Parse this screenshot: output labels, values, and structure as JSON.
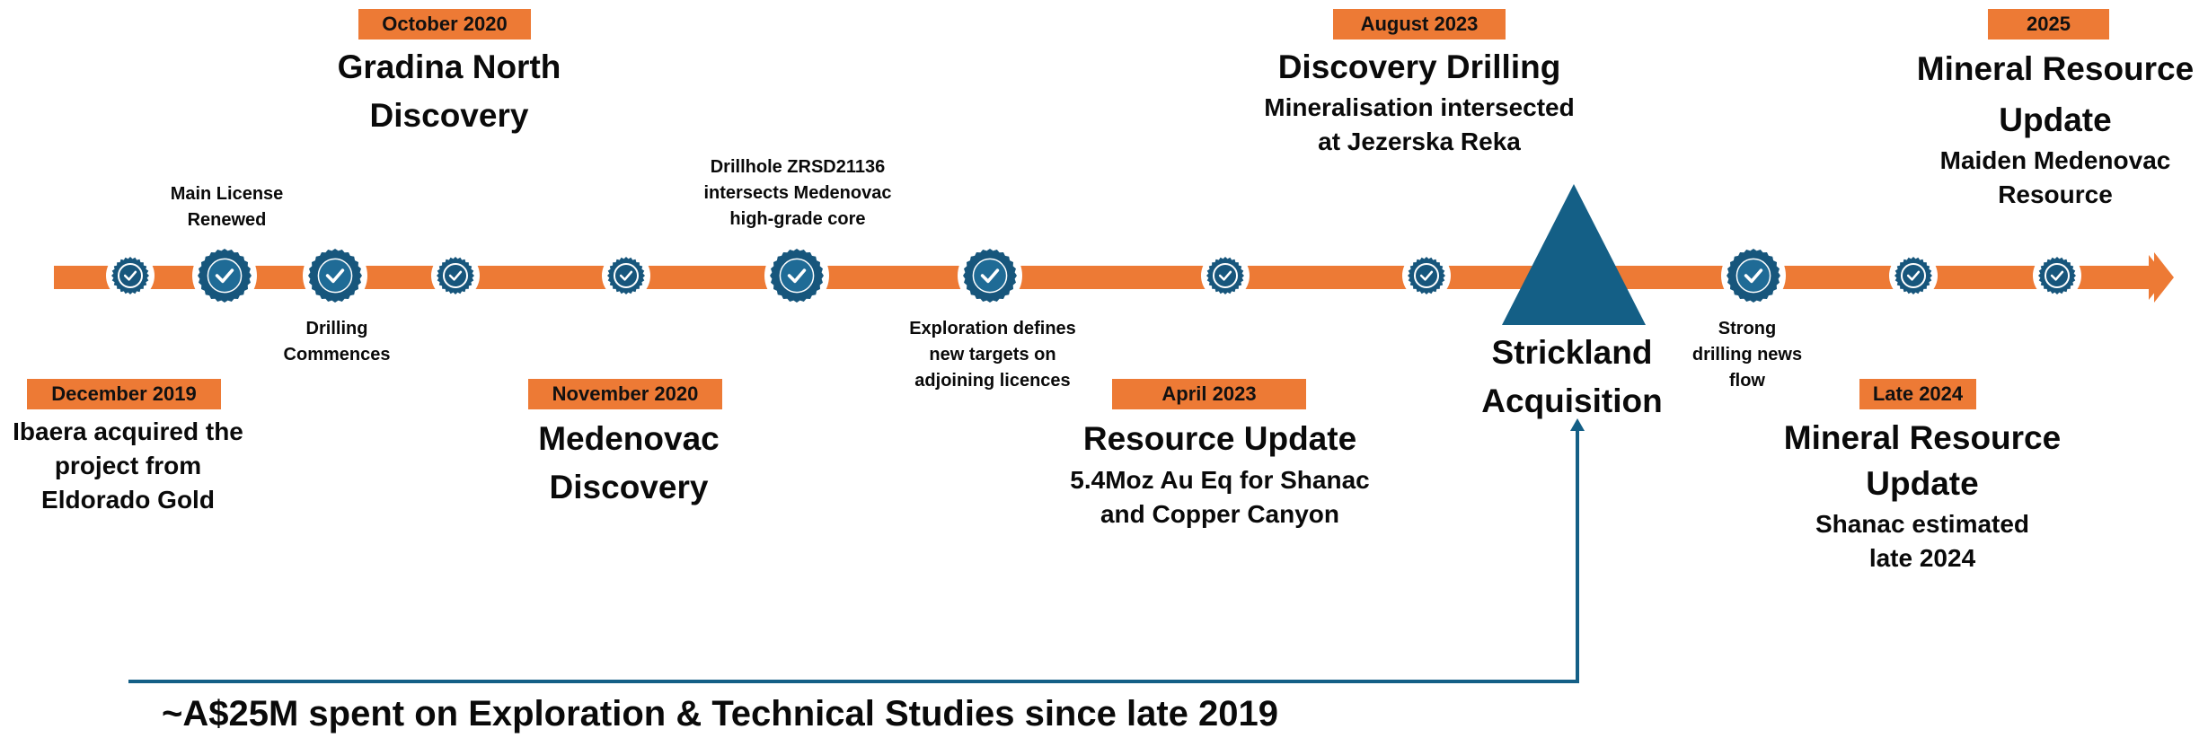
{
  "colors": {
    "orange": "#ed7a35",
    "navy": "#17567c",
    "teal": "#145f86"
  },
  "icons": {
    "milestone": "check-badge-icon",
    "major": "strickland-triangle-icon"
  },
  "events": {
    "dec2019": {
      "date": "December 2019",
      "lines": [
        "Ibaera acquired the",
        "project from",
        "Eldorado Gold"
      ]
    },
    "main_license": {
      "lines": [
        "Main License",
        "Renewed"
      ]
    },
    "drilling": {
      "lines": [
        "Drilling",
        "Commences"
      ]
    },
    "oct2020": {
      "date": "October 2020",
      "title": [
        "Gradina North",
        "Discovery"
      ]
    },
    "nov2020": {
      "date": "November 2020",
      "title": [
        "Medenovac",
        "Discovery"
      ]
    },
    "drillhole": {
      "lines": [
        "Drillhole ZRSD21136",
        "intersects Medenovac",
        "high-grade core"
      ]
    },
    "exploration": {
      "lines": [
        "Exploration defines",
        "new targets on",
        "adjoining licences"
      ]
    },
    "apr2023": {
      "date": "April 2023",
      "title": "Resource Update",
      "lines": [
        "5.4Moz Au Eq for Shanac",
        "and Copper Canyon"
      ]
    },
    "aug2023": {
      "date": "August 2023",
      "title": "Discovery Drilling",
      "lines": [
        "Mineralisation intersected",
        "at Jezerska Reka"
      ]
    },
    "strickland": {
      "title": [
        "Strickland",
        "Acquisition"
      ]
    },
    "strong": {
      "lines": [
        "Strong",
        "drilling news",
        "flow"
      ]
    },
    "late2024": {
      "date": "Late 2024",
      "title": [
        "Mineral Resource",
        "Update"
      ],
      "lines": [
        "Shanac estimated",
        "late 2024"
      ]
    },
    "y2025": {
      "date": "2025",
      "title": [
        "Mineral Resource",
        "Update"
      ],
      "lines": [
        "Maiden Medenovac",
        "Resource"
      ]
    }
  },
  "footer": {
    "text": "~A$25M spent on Exploration & Technical Studies since late 2019"
  }
}
